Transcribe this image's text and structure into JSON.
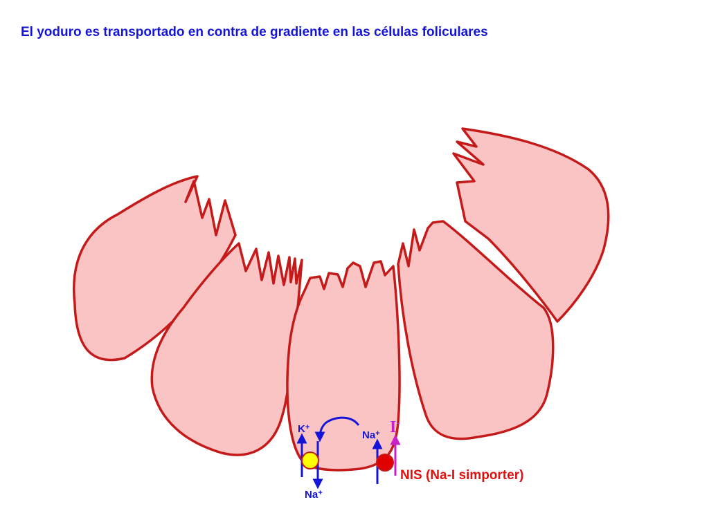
{
  "title": "El yoduro es transportado en contra de gradiente en las células foliculares",
  "labels": {
    "k_plus": "K",
    "na_plus_top": "Na",
    "na_plus_bottom": "Na",
    "charge_plus": "+",
    "iodide": "I",
    "charge_minus": "-",
    "nis": "NIS (Na-I simporter)"
  },
  "colors": {
    "cell_fill": "#fbc4c4",
    "cell_outline": "#c41a1a",
    "title_blue": "#1414d8",
    "pump_yellow": "#ffff00",
    "nis_red": "#e00000",
    "iodide_purple": "#c81fc8"
  }
}
